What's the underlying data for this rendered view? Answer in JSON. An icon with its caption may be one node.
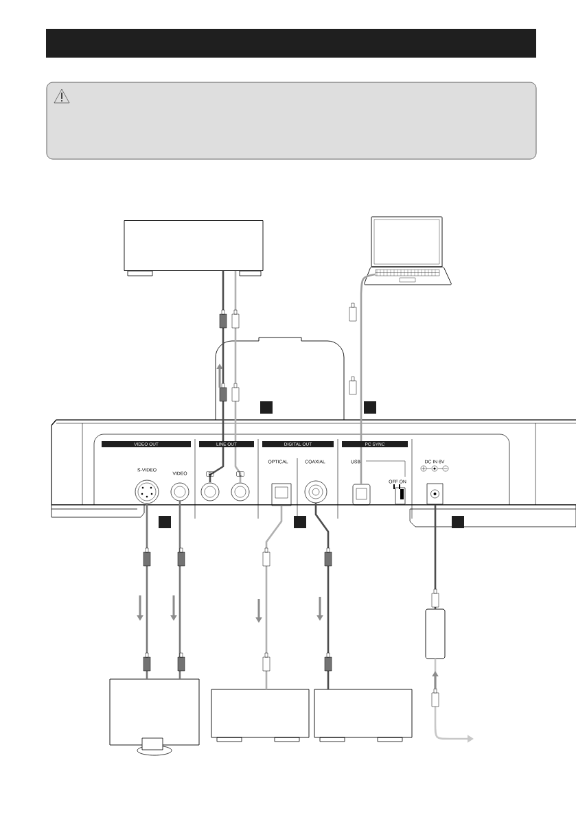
{
  "diagram": {
    "nodes": [
      {
        "text": [],
        "shape": "box"
      },
      {
        "text": [],
        "shape": "picture"
      },
      {
        "text": [],
        "shape": "box"
      },
      {
        "text": [],
        "shape": "box"
      },
      {
        "text": [],
        "shape": "box"
      },
      {
        "text": [],
        "shape": "box"
      },
      {
        "text": [],
        "shape": "box"
      }
    ],
    "edges": [
      {
        "from": 0,
        "to": 2,
        "arrow": "none",
        "color": "#4d4d4d"
      },
      {
        "from": 0,
        "to": 2,
        "arrow": "none",
        "color": "#b0b0b0"
      },
      {
        "from": 1,
        "to": 2,
        "arrow": "none",
        "color": "#a0a0a0"
      },
      {
        "from": 2,
        "to": 3,
        "arrow": "none"
      },
      {
        "from": 2,
        "to": 3,
        "arrow": "none"
      },
      {
        "from": 2,
        "to": 4,
        "arrow": "none",
        "color": "#b0b0b0"
      },
      {
        "from": 2,
        "to": 5,
        "arrow": "none",
        "color": "#4d4d4d"
      },
      {
        "from": 6,
        "to": 2,
        "arrow": "none",
        "color": "#4d4d4d"
      },
      {
        "from": 6,
        "to": null,
        "arrow": "to",
        "color": "#c8c8c8"
      }
    ],
    "labels": [
      "VIDEO OUT",
      "LINE OUT",
      "DIGITAL OUT",
      "PC SYNC",
      "S-VIDEO",
      "VIDEO",
      "R",
      "L",
      "OPTICAL",
      "COAXIAL",
      "USB",
      "OFF ON",
      "DC IN 6V"
    ]
  }
}
